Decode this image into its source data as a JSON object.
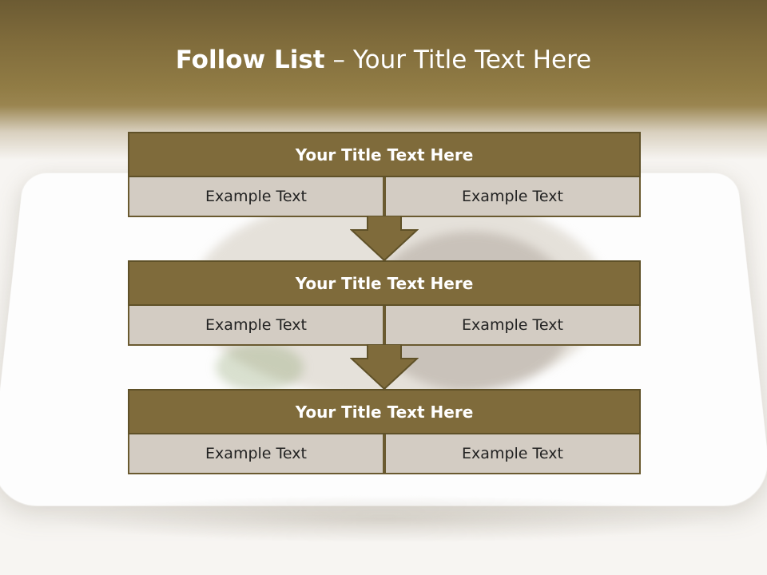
{
  "slide": {
    "title_bold": "Follow List",
    "title_rest": " – Your Title Text Here"
  },
  "blocks": [
    {
      "title": "Your Title Text Here",
      "left_text": "Example Text",
      "right_text": "Example Text"
    },
    {
      "title": "Your Title Text Here",
      "left_text": "Example Text",
      "right_text": "Example Text"
    },
    {
      "title": "Your Title Text Here",
      "left_text": "Example Text",
      "right_text": "Example Text"
    }
  ],
  "colors": {
    "header_band": "#7f6b3b",
    "block_title": "#7f6b3b",
    "block_cell": "#d3ccc3",
    "arrow": "#7f6b3b"
  },
  "icons": [
    "down-arrow-icon"
  ]
}
